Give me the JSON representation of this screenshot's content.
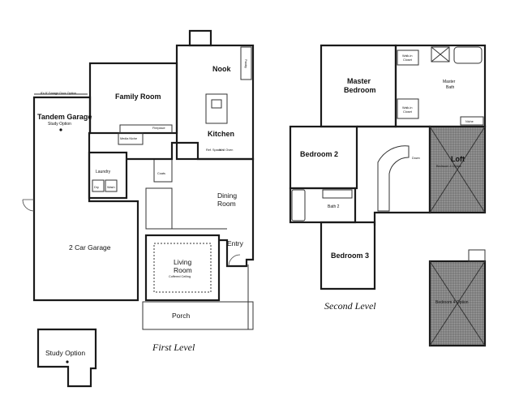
{
  "first_level": {
    "caption": "First Level",
    "rooms": {
      "nook": "Nook",
      "pantry": "Pantry",
      "family_room": "Family Room",
      "fireplace": "Fireplace",
      "media_niche": "Media Niche",
      "kitchen": "Kitchen",
      "ref_space": "Ref. Space",
      "wall_oven": "Wall Oven",
      "garage_door_option": "8'x 8' Garage Door Option",
      "tandem_garage": "Tandem Garage",
      "study_option_sub": "Study Option",
      "laundry": "Laundry",
      "dry": "Dry",
      "wash": "Wash",
      "coats": "Coats",
      "dining_room_1": "Dining",
      "dining_room_2": "Room",
      "two_car_garage": "2 Car Garage",
      "entry": "Entry",
      "living_room_1": "Living",
      "living_room_2": "Room",
      "coffered_ceiling": "Coffered Ceiling",
      "porch": "Porch",
      "study_option": "Study Option"
    }
  },
  "second_level": {
    "caption": "Second Level",
    "rooms": {
      "master_bedroom_1": "Master",
      "master_bedroom_2": "Bedroom",
      "walk_in_closet_a_1": "Walk-in",
      "walk_in_closet_a_2": "Closet",
      "master_bath_1": "Master",
      "master_bath_2": "Bath",
      "walk_in_closet_b_1": "Walk-in",
      "walk_in_closet_b_2": "Closet",
      "niche": "Niche",
      "bedroom_2": "Bedroom 2",
      "loft": "Loft",
      "bedroom_4_option_sub": "Bedroom 4 Option",
      "down": "Down",
      "bath_2": "Bath 2",
      "bedroom_3": "Bedroom 3",
      "bedroom_4_option": "Bedroom 4 Option"
    }
  }
}
